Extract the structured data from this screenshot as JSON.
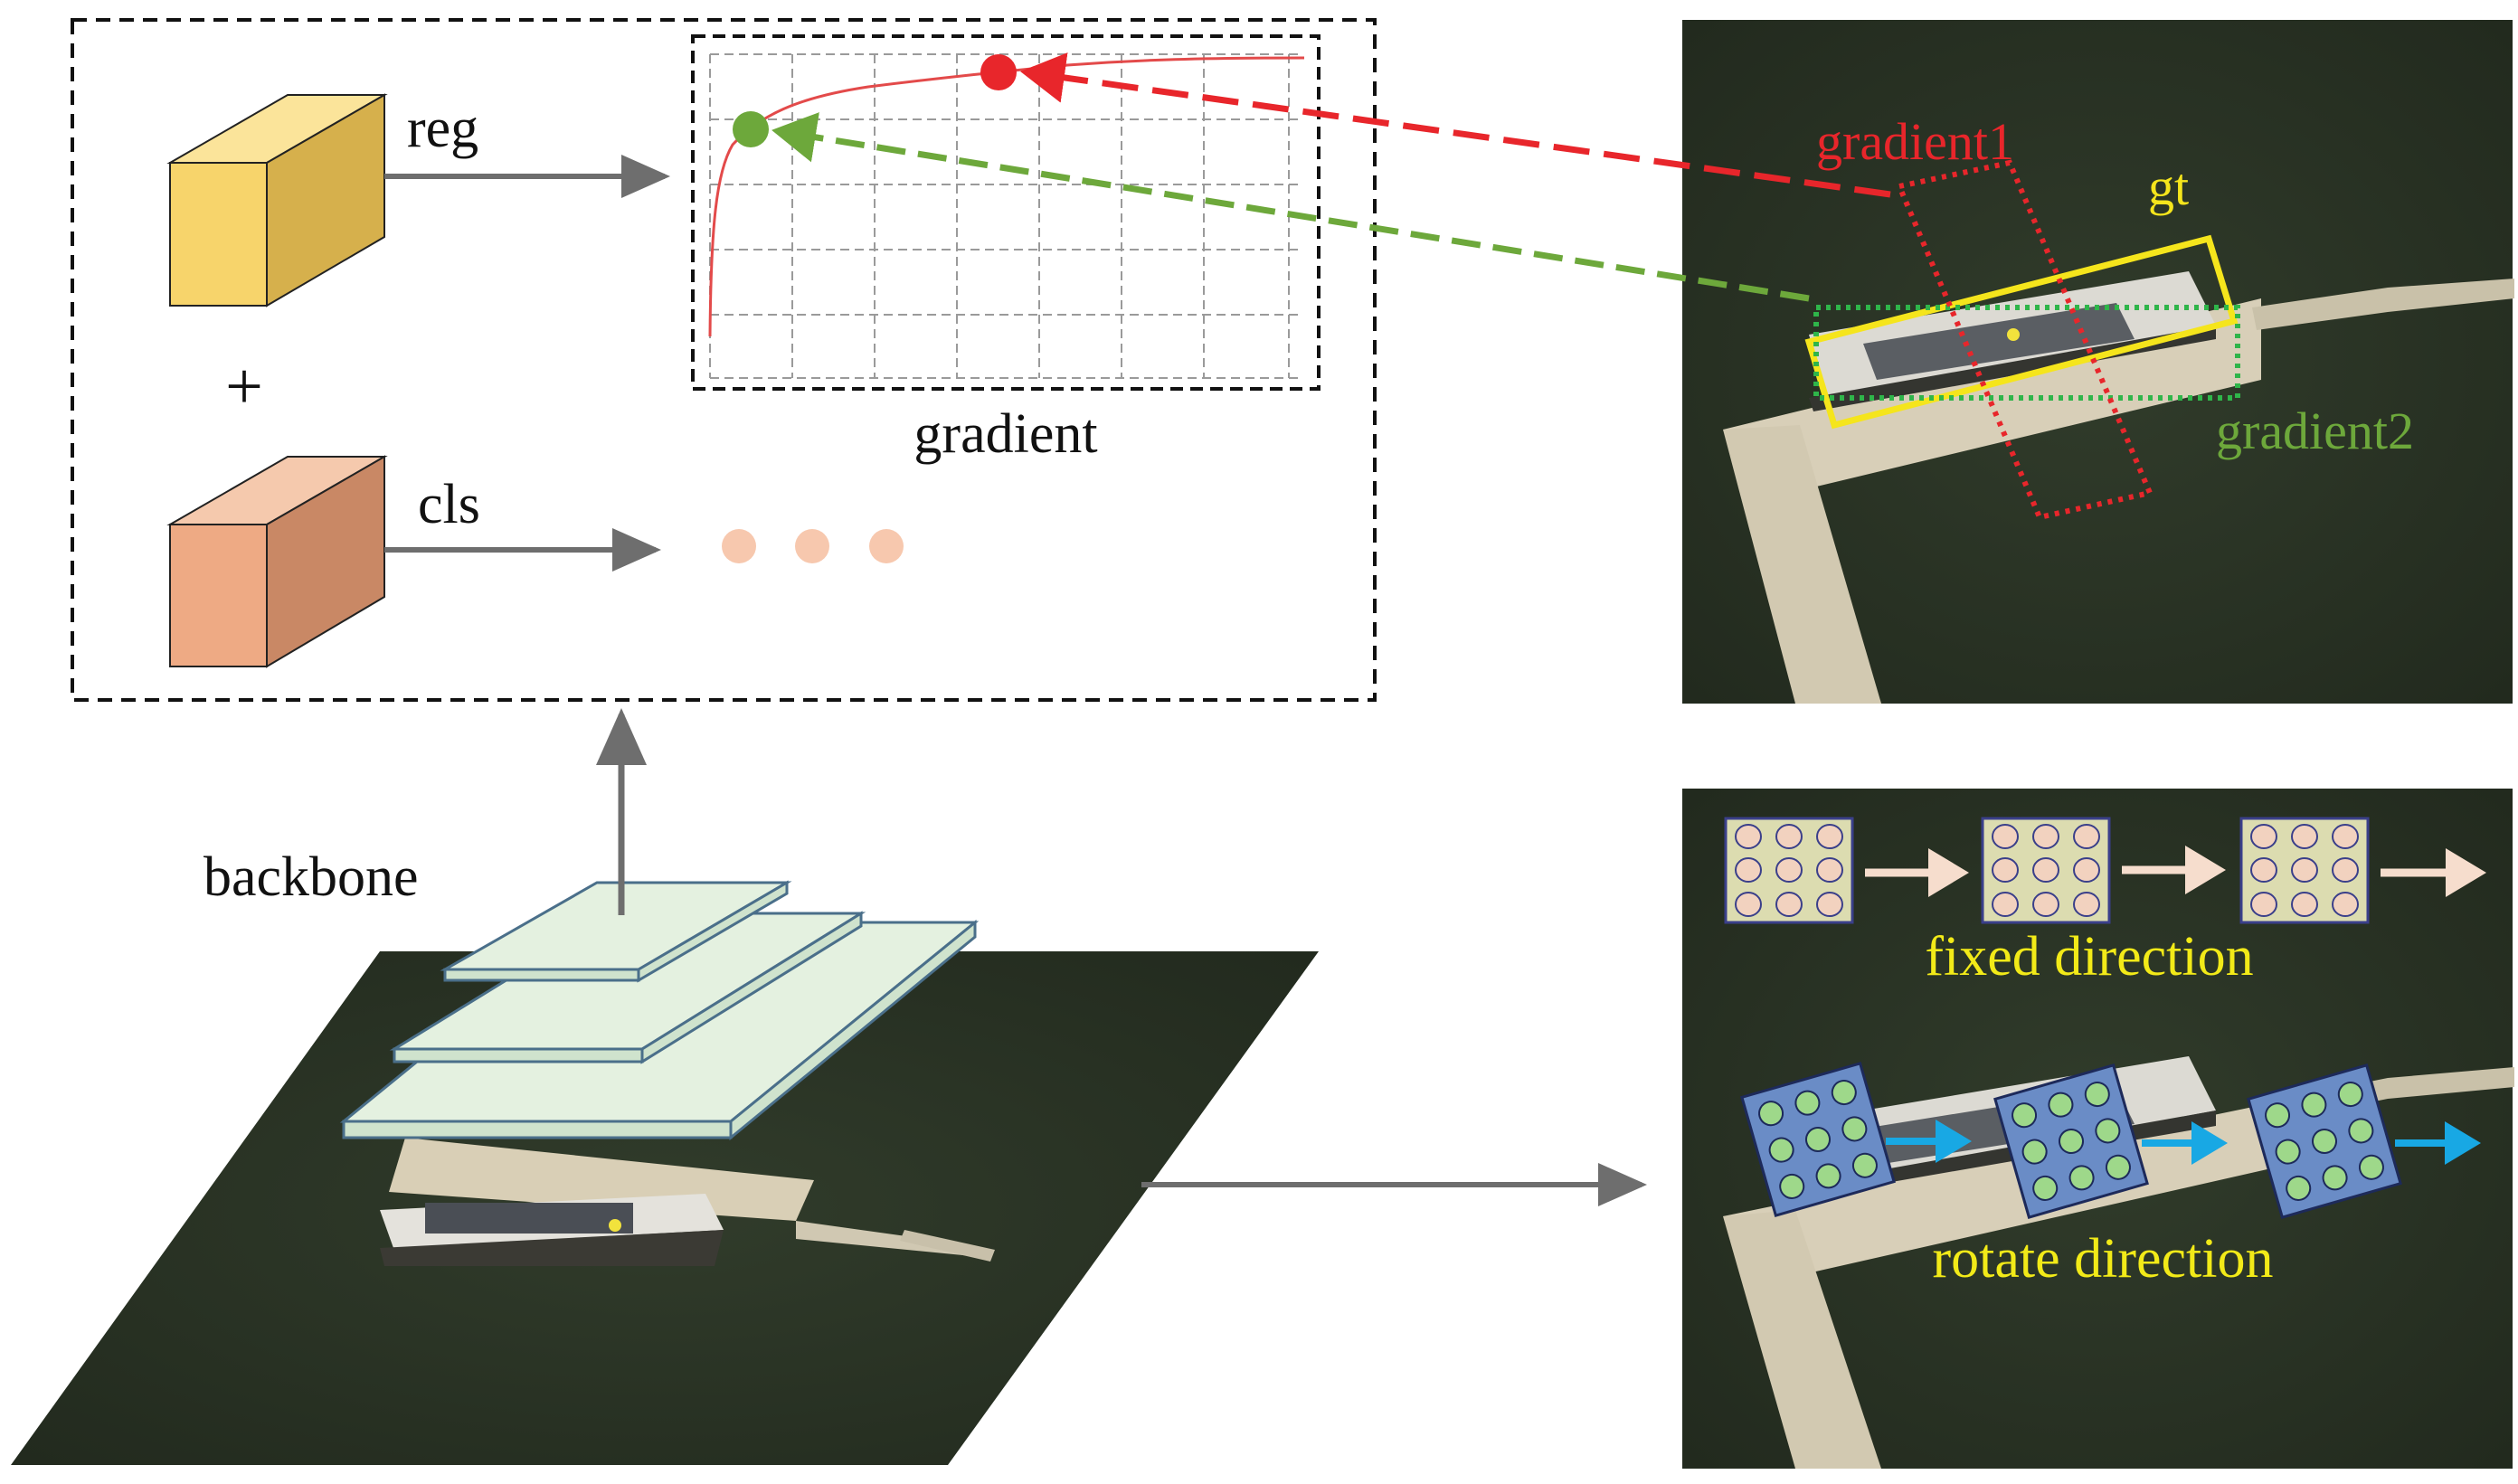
{
  "head_panel": {
    "reg_label": "reg",
    "plus_label": "+",
    "cls_label": "cls",
    "gradient_label": "gradient"
  },
  "backbone": {
    "label": "backbone"
  },
  "top_photo": {
    "gradient1_label": "gradient1",
    "gt_label": "gt",
    "gradient2_label": "gradient2"
  },
  "bottom_photo": {
    "fixed_label": "fixed direction",
    "rotate_label": "rotate direction"
  },
  "colors": {
    "reg_cube": "#f7d46b",
    "cls_cube": "#eeaa84",
    "gradient1": "#e8262b",
    "gradient2": "#6da83b",
    "gt_box": "#f5e51c",
    "arrow_gray": "#6e6e6e",
    "water": "#2a3325",
    "dock": "#d8d0bb",
    "fixed_cell_fill": "#dcdcb0",
    "fixed_dot": "#f2d2bf",
    "rotate_cell_fill": "#6a8cc6",
    "rotate_dot": "#9ed88a",
    "blue_arrow": "#18a8e4",
    "label_yellow": "#f2ea18"
  }
}
